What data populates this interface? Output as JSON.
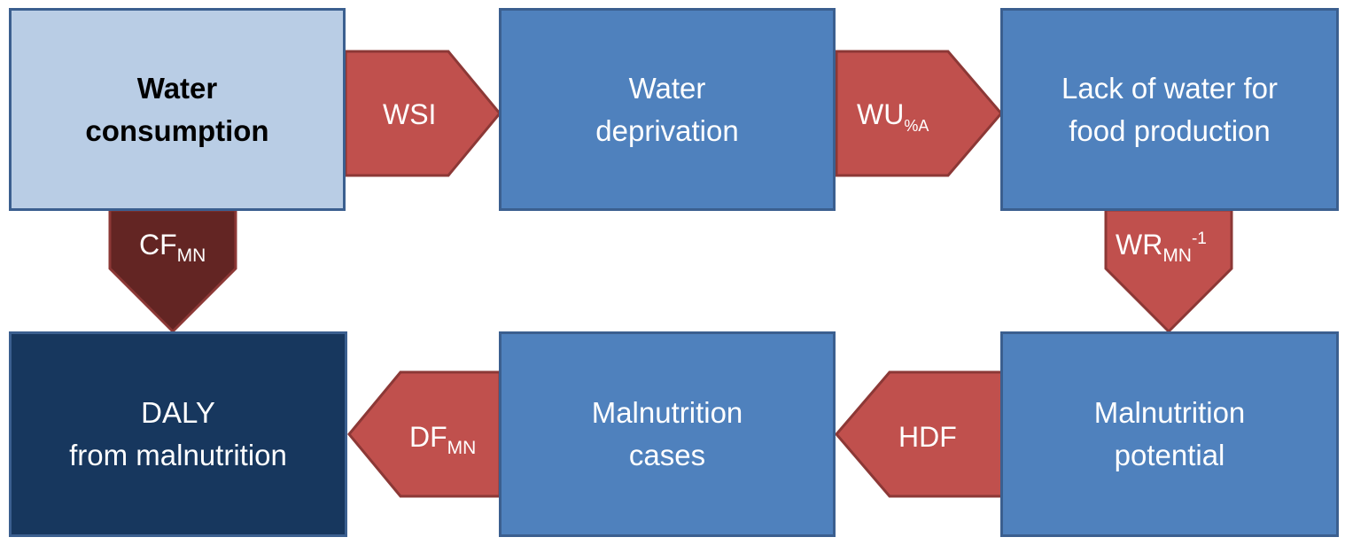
{
  "boxes": {
    "water_consumption": [
      "Water",
      "consumption"
    ],
    "water_deprivation": [
      "Water",
      "deprivation"
    ],
    "lack_of_water": [
      "Lack of water for",
      "food production"
    ],
    "daly": [
      "DALY",
      "from malnutrition"
    ],
    "malnutrition_cases": [
      "Malnutrition",
      "cases"
    ],
    "malnutrition_potential": [
      "Malnutrition",
      "potential"
    ]
  },
  "arrows": {
    "wsi": {
      "label": "WSI"
    },
    "wu": {
      "label": "WU",
      "sub": "%A"
    },
    "cf": {
      "label": "CF",
      "sub": "MN"
    },
    "wr": {
      "label": "WR",
      "sub": "MN",
      "sup": "-1"
    },
    "hdf": {
      "label": "HDF"
    },
    "df": {
      "label": "DF",
      "sub": "MN"
    }
  },
  "colors": {
    "light_box": "#b9cde5",
    "mid_box": "#4f81bd",
    "dark_box": "#17375e",
    "box_border": "#3b5f8f",
    "arrow_red": "#c0504d",
    "arrow_red_border": "#8c3836",
    "arrow_dark_red": "#632523",
    "arrow_dark_red_border": "#8c3836"
  }
}
